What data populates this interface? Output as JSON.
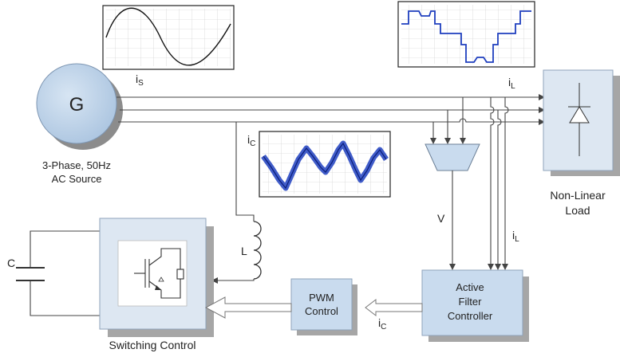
{
  "source": {
    "symbol": "G",
    "caption_line1": "3-Phase, 50Hz",
    "caption_line2": "AC Source"
  },
  "load": {
    "caption_line1": "Non-Linear",
    "caption_line2": "Load"
  },
  "blocks": {
    "pwm_line1": "PWM",
    "pwm_line2": "Control",
    "controller_line1": "Active",
    "controller_line2": "Filter",
    "controller_line3": "Controller",
    "switching_caption": "Switching Control"
  },
  "labels": {
    "is_main": "i",
    "is_sub": "S",
    "il_main": "i",
    "il_sub": "L",
    "il2_main": "i",
    "il2_sub": "L",
    "ic_main": "i",
    "ic_sub": "C",
    "ic2_main": "i",
    "ic2_sub": "C",
    "voltage": "V",
    "inductor": "L",
    "capacitor": "C"
  },
  "colors": {
    "block_fill": "#c9dbee",
    "block_face": "#dde7f2",
    "shadow": "#a6a6a6",
    "wave_blue": "#1f3fbf",
    "line": "#444444"
  }
}
